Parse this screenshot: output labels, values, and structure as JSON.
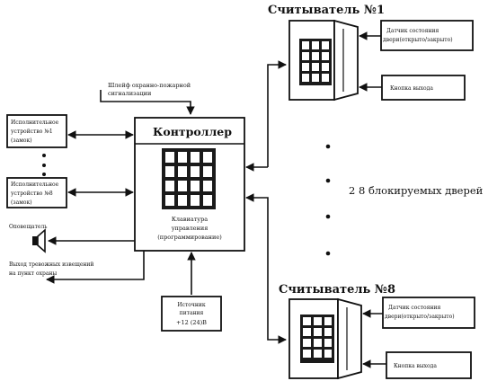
{
  "reader1": {
    "title": "Считыватель №1",
    "sensor": [
      "Датчик состояния",
      "двери(открыто/закрыто)"
    ],
    "exit_button": "Кнопка выхода"
  },
  "reader8": {
    "title": "Считыватель №8",
    "sensor": [
      "Датчик состояния",
      "двери(открыто/закрыто)"
    ],
    "exit_button": "Кнопка выхода"
  },
  "alarm_loop": [
    "Шлейф охранно-пожарной",
    "сигнализации"
  ],
  "controller": {
    "title": "Контроллер",
    "keypad_caption": [
      "Клавиатура",
      "управления",
      "(программирование)"
    ]
  },
  "actuator1": [
    "Исполнительное",
    "устройство №1",
    "(замок)"
  ],
  "actuator8": [
    "Исполнительное",
    "устройство №8",
    "(замок)"
  ],
  "siren_label": "Оповещатель",
  "alarm_output": [
    "Выход тревожных извещений",
    "на пункт охраны"
  ],
  "power": [
    "Источник",
    "питания",
    "+12 (24)В"
  ],
  "doors_label": "2 8 блокируемых дверей"
}
